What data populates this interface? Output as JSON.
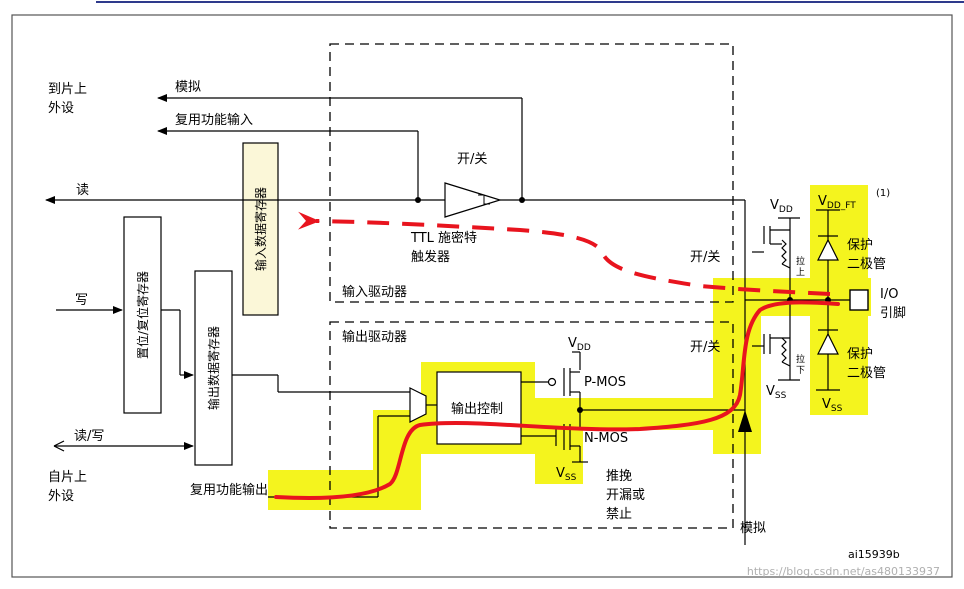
{
  "labels": {
    "to_onchip_line1": "到片上",
    "to_onchip_line2": "外设",
    "analog_top": "模拟",
    "alt_func_input": "复用功能输入",
    "read": "读",
    "write": "写",
    "read_write": "读/写",
    "from_onchip_line1": "自片上",
    "from_onchip_line2": "外设",
    "alt_func_output": "复用功能输出",
    "input_data_register": "输入数据寄存器",
    "bit_set_reset_register": "置位/复位寄存器",
    "output_data_register": "输出数据寄存器",
    "on_off_ttl": "开/关",
    "ttl_schmitt_line1": "TTL 施密特",
    "ttl_schmitt_line2": "触发器",
    "input_driver": "输入驱动器",
    "output_driver": "输出驱动器",
    "output_control": "输出控制",
    "vdd": "V",
    "vdd_sub": "DD",
    "vss": "V",
    "vss_sub": "SS",
    "p_mos": "P-MOS",
    "n_mos": "N-MOS",
    "pushpull_line1": "推挽",
    "pushpull_line2": "开漏或",
    "pushpull_line3": "禁止",
    "on_off_pull_up": "开/关",
    "on_off_pull_down": "开/关",
    "pull_up": "拉\n上",
    "pull_down": "拉\n下",
    "vdd_ft": "V",
    "vdd_ft_sub": "DD_FT",
    "footnote_mark": "(1)",
    "protect_diode_top_line1": "保护",
    "protect_diode_top_line2": "二极管",
    "protect_diode_bottom_line1": "保护",
    "protect_diode_bottom_line2": "二极管",
    "io_pin_line1": "I/O",
    "io_pin_line2": "引脚",
    "analog_bottom": "模拟",
    "figure_id": "ai15939b",
    "watermark": "https://blog.csdn.net/as480133937"
  },
  "colors": {
    "highlight": "#f4f41e",
    "register_fill": "#fbf7d8",
    "path_red": "#e8141e",
    "line": "#000000"
  }
}
